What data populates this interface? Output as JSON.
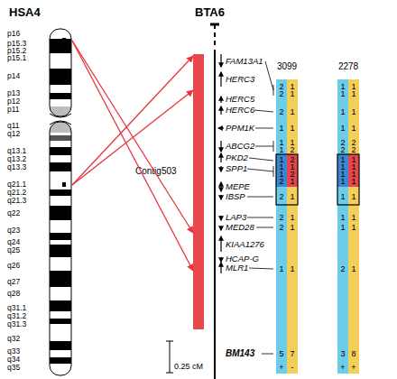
{
  "diagram": {
    "nodes": [
      {
        "text": [
          "HSA4"
        ]
      },
      {
        "text": [
          "Contig503"
        ]
      },
      {
        "text": [
          "BTA6"
        ]
      }
    ],
    "edges": [
      {
        "from": 0,
        "to": 1,
        "arrow": "to"
      },
      {
        "from": 0,
        "to": 1,
        "arrow": "to"
      },
      {
        "from": 0,
        "to": 1,
        "arrow": "to"
      },
      {
        "from": 0,
        "to": 1,
        "arrow": "to"
      }
    ],
    "labels": [
      "p16",
      "p15.3",
      "p15.2",
      "p15.1",
      "p14",
      "p13",
      "p12",
      "p11",
      "q11",
      "q12",
      "q13.1",
      "q13.2",
      "q13.3",
      "q21.1",
      "q21.2",
      "q21.3",
      "q22",
      "q23",
      "q24",
      "q25",
      "q26",
      "q27",
      "q28",
      "q31.1",
      "q31.2",
      "q31.3",
      "q32",
      "q33",
      "q34",
      "q35",
      "3099",
      "2278",
      "FAM13A1",
      "HERC3",
      "HERC5",
      "HERC6",
      "PPM1K",
      "ABCG2",
      "PKD2",
      "SPP1",
      "MEPE",
      "IBSP",
      "LAP3",
      "MED28",
      "KIAA1276",
      "HCAP-G",
      "MLR1",
      "BM143",
      "2",
      "1",
      "2",
      "1",
      "2",
      "1",
      "1",
      "1",
      "1",
      "1",
      "1",
      "2",
      "1",
      "2",
      "1",
      "1",
      "1",
      "2",
      "2",
      "1",
      "2",
      "1",
      "2",
      "1",
      "2",
      "1",
      "1",
      "1",
      "5",
      "7",
      "1",
      "1",
      "1",
      "1",
      "1",
      "1",
      "1",
      "1",
      "2",
      "2",
      "2",
      "2",
      "1",
      "1",
      "1",
      "1",
      "1",
      "1",
      "1",
      "1",
      "1",
      "1",
      "1",
      "1",
      "1",
      "1",
      "2",
      "1",
      "3",
      "8",
      "+",
      "-",
      "+",
      "+",
      "0.25 cM"
    ]
  }
}
